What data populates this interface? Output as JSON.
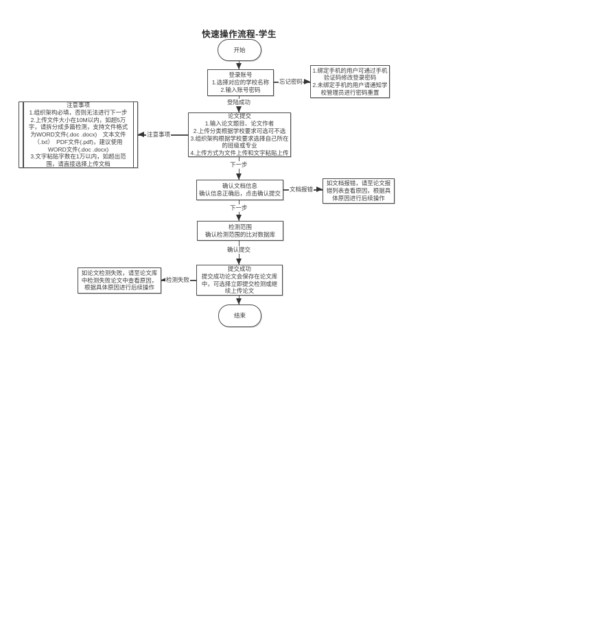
{
  "title": "快速操作流程-学生",
  "flowchart": {
    "nodes": {
      "start": {
        "text": "开始"
      },
      "login": {
        "text": "登录账号\n1.选择对应的学校名称\n2.输入账号密码"
      },
      "forgot_password_info": {
        "text": "1.绑定手机的用户可通过手机\n验证码修改登录密码\n2.未绑定手机的用户请通知学\n校管理员进行密码重置"
      },
      "notes": {
        "text": "注意事项\n1.组织架构必填，否则无法进行下一步\n2.上传文件大小在10M以内，如超5万\n字，请拆分成多篇检测，支持文件格式\n为WORD文件(.doc .docx)　文本文件\n（.txt）　PDF文件(.pdf)，建议使用\nWORD文件(.doc .docx)\n3.文字粘贴字数在1万以内，如超出范\n围，请直接选择上传文档"
      },
      "paper_submit": {
        "text": "论文提交\n1.输入论文题目、论文作者\n2.上传分类根据学校要求可选可不选\n3.组织架构根据学校要求选择自己所在\n的班级或专业\n4.上传方式为文件上传和文字粘贴上传"
      },
      "confirm_info": {
        "text": "确认文档信息\n确认信息正确后，点击确认提交"
      },
      "doc_error_info": {
        "text": "如文档报错，请至论文报\n错列表查看原因，根据具\n体原因进行后续操作"
      },
      "detect_range": {
        "text": "检测范围\n确认检测范围的比对数据库"
      },
      "submit_success": {
        "text": "提交成功\n提交成功论文会保存在论文库\n中，可选择立即提交检测或继\n续上传论文"
      },
      "detect_fail_info": {
        "text": "如论文检测失败，请至论文库\n中检测失败论文中查看原因，\n根据具体原因进行后续操作"
      },
      "end": {
        "text": "结束"
      }
    },
    "edge_labels": {
      "forgot_password": "忘记密码",
      "login_success": "登陆成功",
      "notes": "注意事项",
      "next_step_1": "下一步",
      "doc_error": "文档报错",
      "next_step_2": "下一步",
      "confirm_submit": "确认提交",
      "detect_fail": "检测失败"
    },
    "colors": {
      "line": "#4d4d4d",
      "border": "#4a4a4a",
      "text": "#3c3c3c",
      "background": "#ffffff"
    }
  }
}
